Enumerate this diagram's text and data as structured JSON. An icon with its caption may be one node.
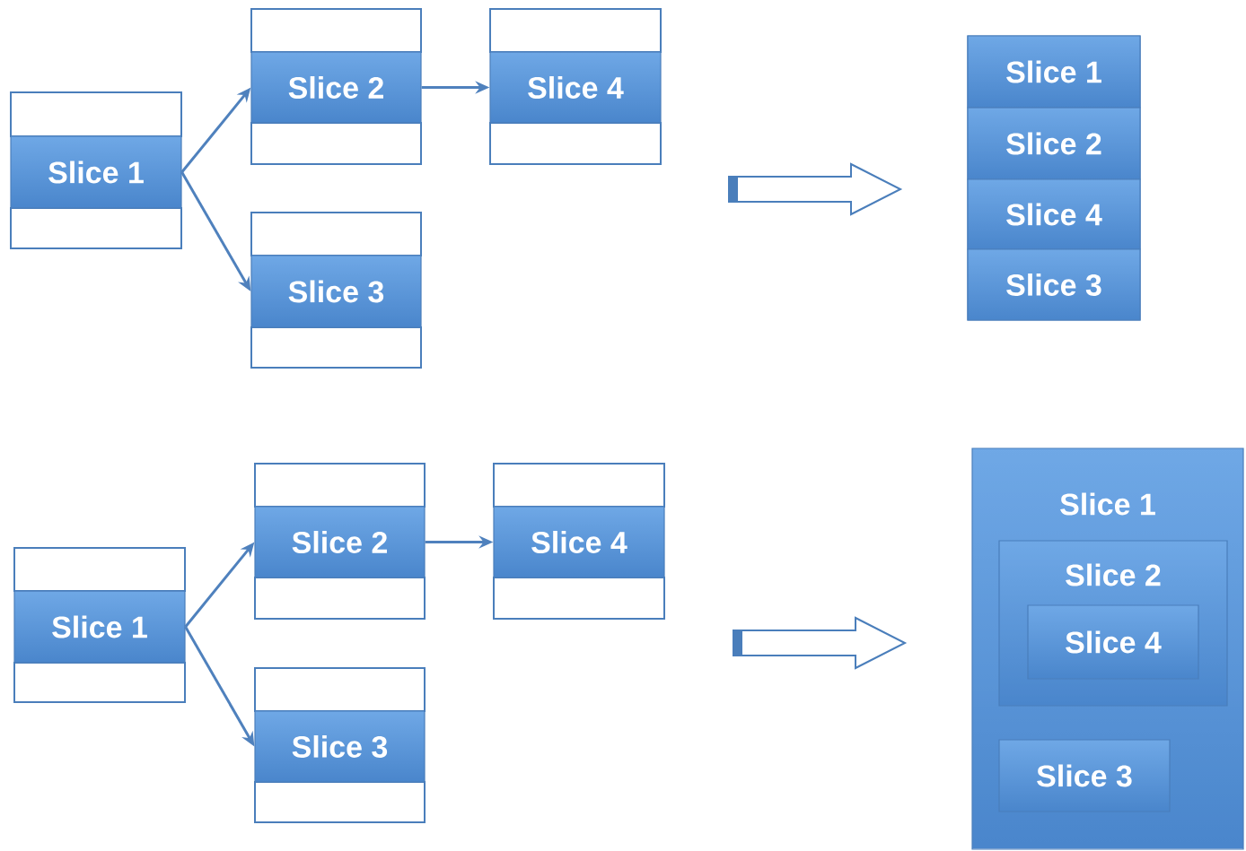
{
  "diagram": {
    "nodes": [
      {
        "text": [
          "Slice 1"
        ]
      },
      {
        "text": [
          "Slice 2"
        ]
      },
      {
        "text": [
          "Slice 4"
        ]
      },
      {
        "text": [
          "Slice 3"
        ]
      },
      {
        "text": [],
        "shape": "box"
      },
      {
        "text": [
          "Slice 1"
        ],
        "in": 4
      },
      {
        "text": [
          "Slice 2"
        ],
        "in": 4
      },
      {
        "text": [
          "Slice 4"
        ],
        "in": 4
      },
      {
        "text": [
          "Slice 3"
        ],
        "in": 4
      },
      {
        "text": [
          "Slice 1"
        ]
      },
      {
        "text": [
          "Slice 2"
        ]
      },
      {
        "text": [
          "Slice 4"
        ]
      },
      {
        "text": [
          "Slice 3"
        ]
      },
      {
        "text": [
          "Slice 1"
        ]
      },
      {
        "text": [
          "Slice 2"
        ],
        "in": 13
      },
      {
        "text": [
          "Slice 4"
        ],
        "in": 14
      },
      {
        "text": [
          "Slice 3"
        ],
        "in": 13
      }
    ],
    "edges": [
      {
        "from": 0,
        "to": 1,
        "arrow": "to"
      },
      {
        "from": 0,
        "to": 3,
        "arrow": "to"
      },
      {
        "from": 1,
        "to": 2,
        "arrow": "to"
      },
      {
        "from": 9,
        "to": 10,
        "arrow": "to"
      },
      {
        "from": 9,
        "to": 12,
        "arrow": "to"
      },
      {
        "from": 10,
        "to": 11,
        "arrow": "to"
      }
    ]
  }
}
